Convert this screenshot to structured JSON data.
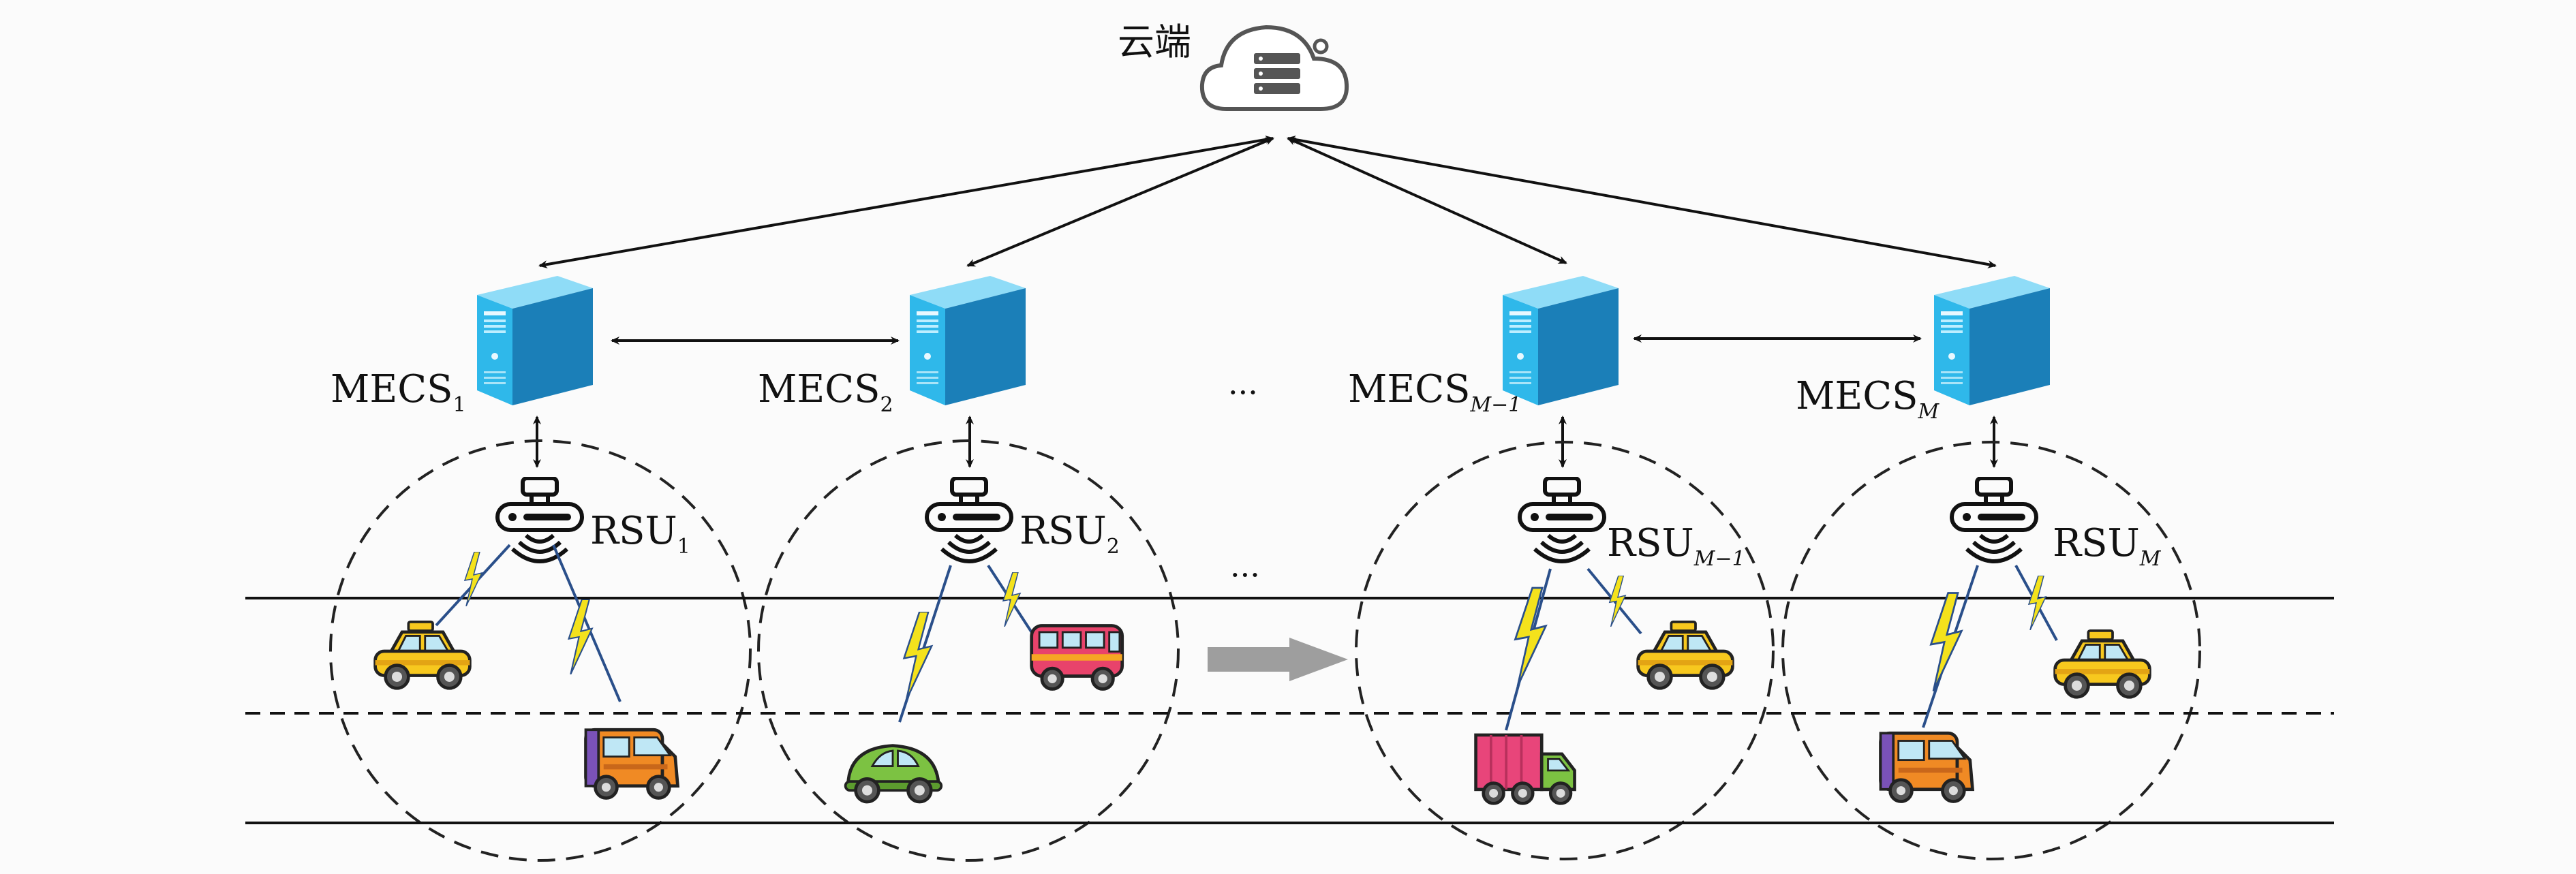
{
  "cloud": {
    "label": "云端",
    "icon": "cloud-server-icon"
  },
  "servers": [
    {
      "name": "MECS",
      "sub": "1",
      "italic": false
    },
    {
      "name": "MECS",
      "sub": "2",
      "italic": false
    },
    {
      "name": "MECS",
      "sub": "M−1",
      "italic": true
    },
    {
      "name": "MECS",
      "sub": "M",
      "italic": true
    }
  ],
  "rsus": [
    {
      "name": "RSU",
      "sub": "1",
      "italic": false
    },
    {
      "name": "RSU",
      "sub": "2",
      "italic": false
    },
    {
      "name": "RSU",
      "sub": "M−1",
      "italic": true
    },
    {
      "name": "RSU",
      "sub": "M",
      "italic": true
    }
  ],
  "ellipsis": "···",
  "icons": {
    "server": "server-tower-icon",
    "rsu": "roadside-antenna-icon",
    "lightning": "wireless-link-icon",
    "direction": "travel-direction-arrow-icon"
  },
  "vehicles": [
    {
      "type": "taxi",
      "icon": "taxi-icon"
    },
    {
      "type": "van",
      "icon": "van-icon"
    },
    {
      "type": "bus",
      "icon": "bus-icon"
    },
    {
      "type": "beetle",
      "icon": "compact-car-icon"
    },
    {
      "type": "truck",
      "icon": "cargo-truck-icon"
    },
    {
      "type": "taxi",
      "icon": "taxi-icon"
    },
    {
      "type": "van",
      "icon": "van-icon"
    },
    {
      "type": "taxi",
      "icon": "taxi-icon"
    }
  ],
  "colors": {
    "server_front": "#2fb8ea",
    "server_side": "#1b7fb8",
    "server_top": "#8fdcf7",
    "lightning": "#f4e21c",
    "taxi": "#f7c81e",
    "van": "#f08a24",
    "bus": "#e8436b",
    "beetle": "#7cc242",
    "truck": "#e8457a",
    "arrow_gray": "#9e9e9e"
  }
}
